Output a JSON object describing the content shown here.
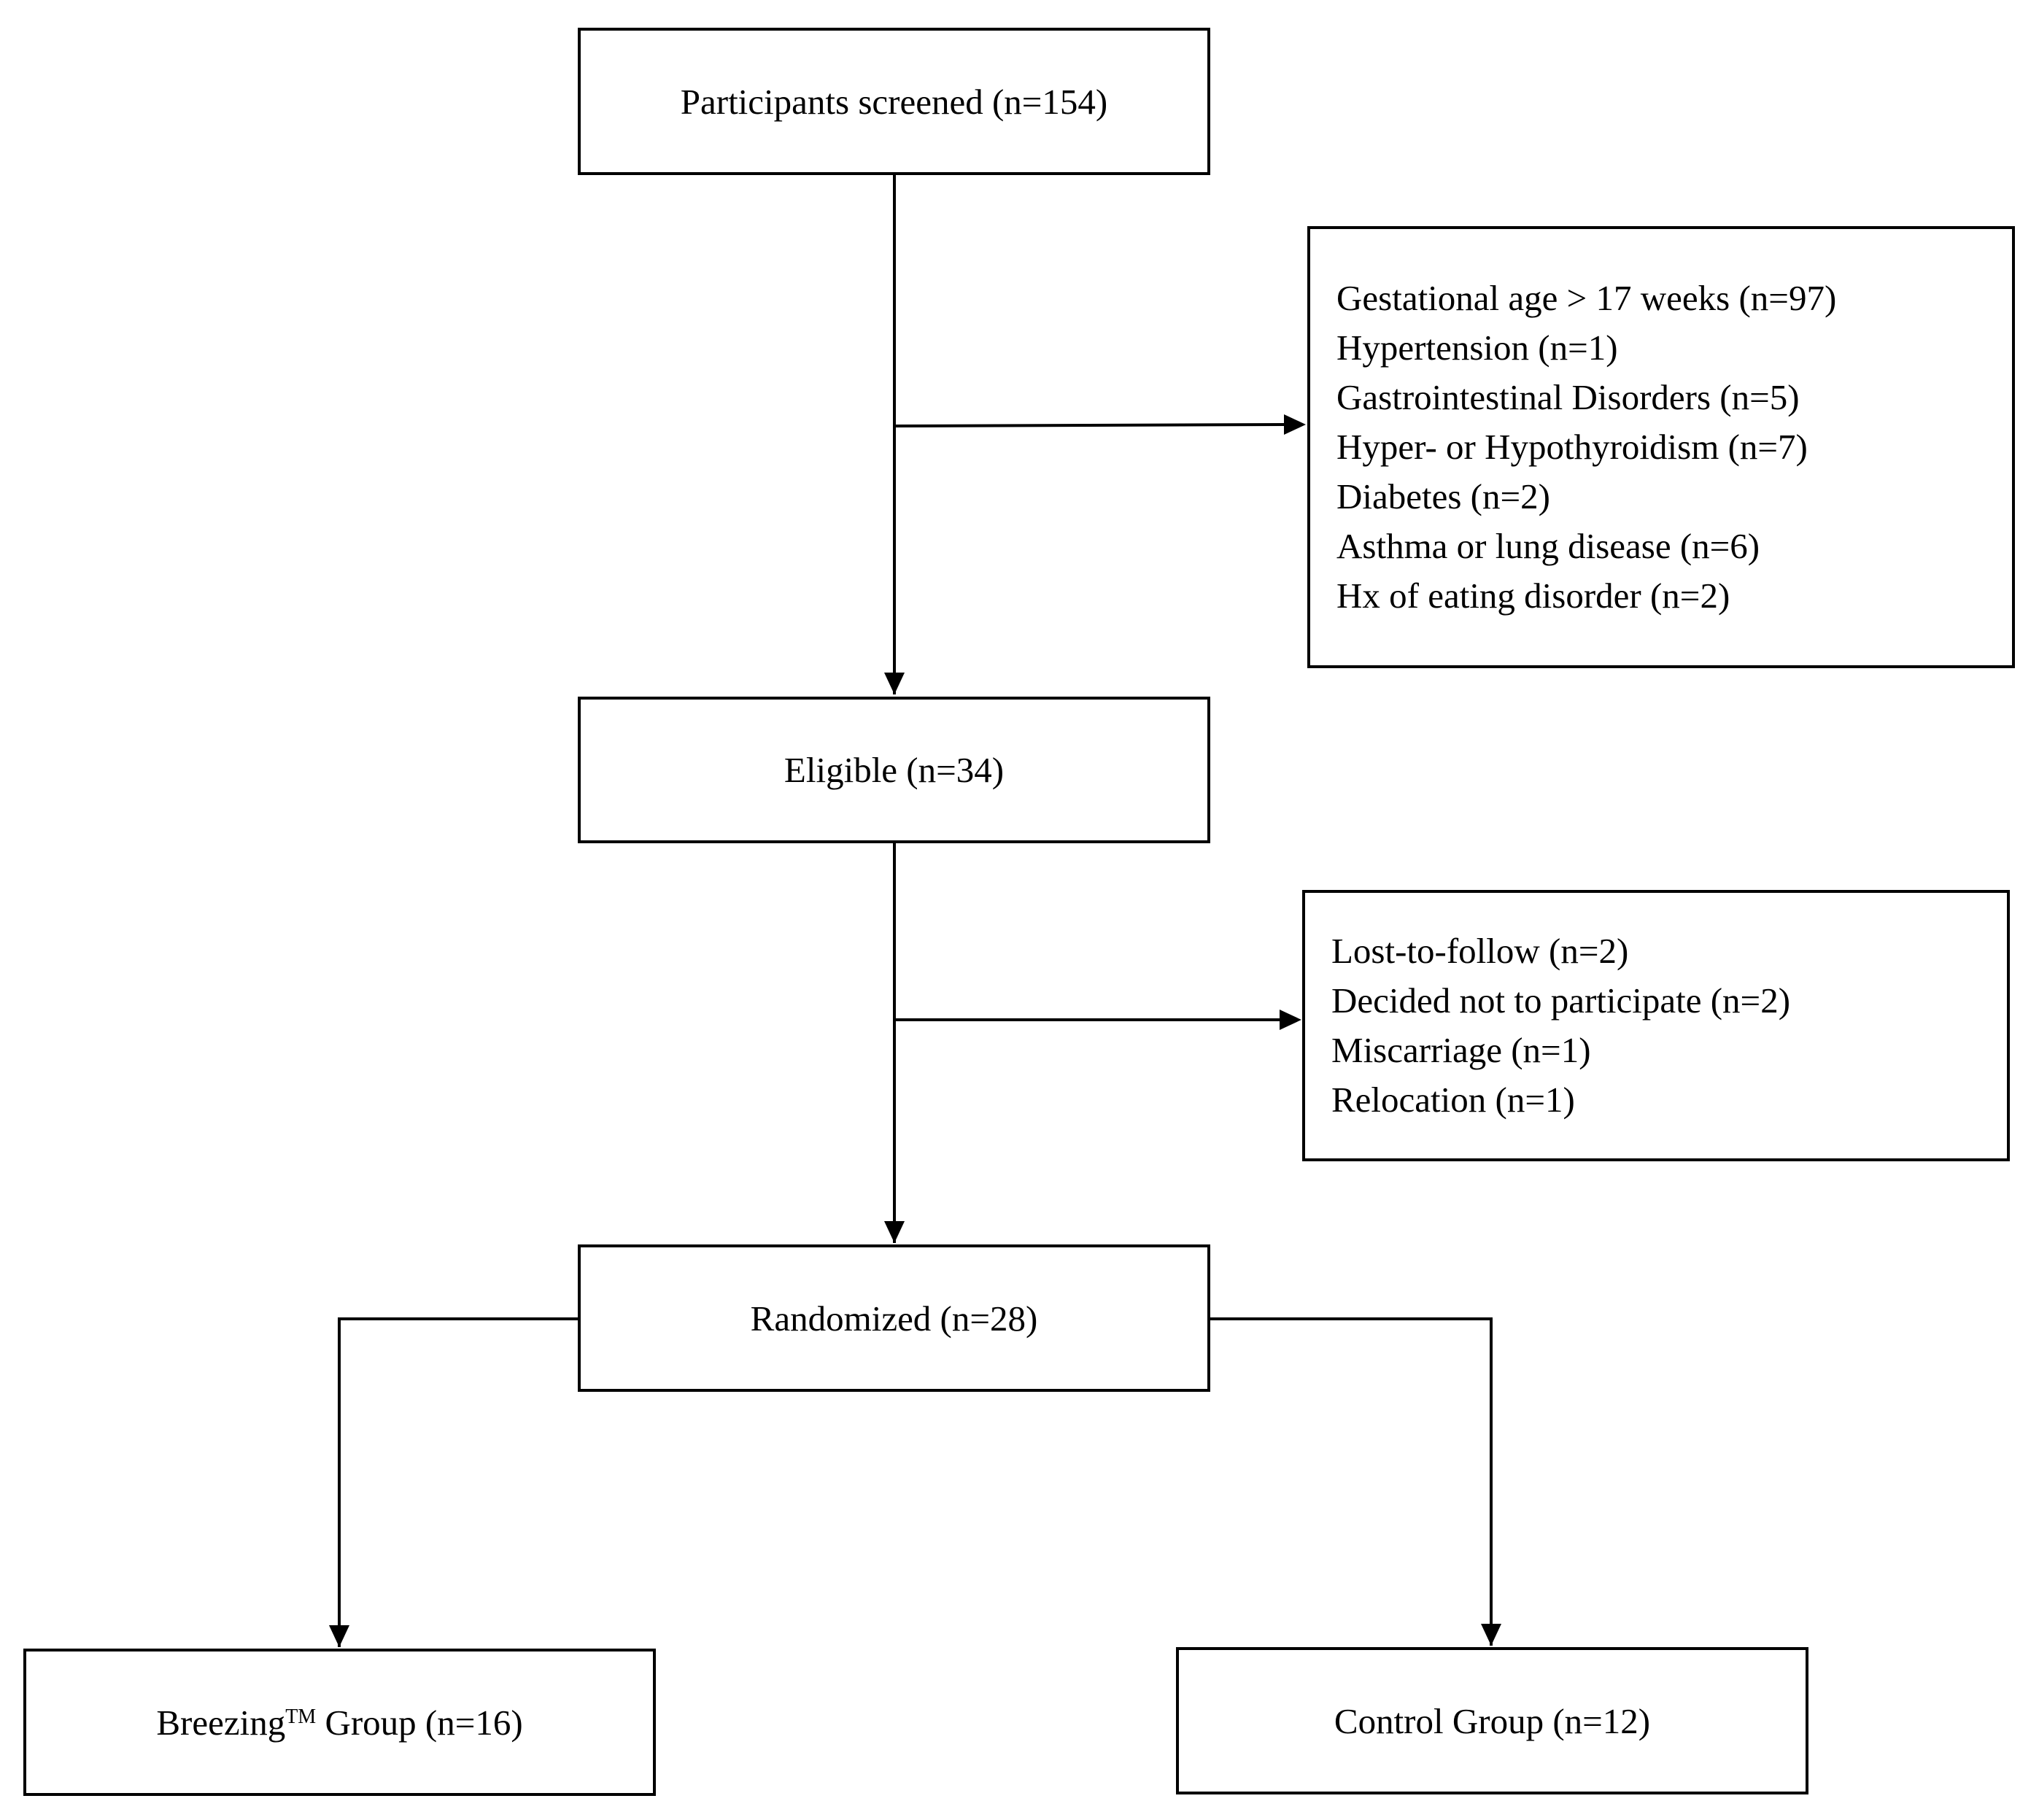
{
  "flowchart": {
    "screened": "Participants screened (n=154)",
    "exclusions_1": [
      "Gestational age > 17 weeks (n=97)",
      "Hypertension (n=1)",
      "Gastrointestinal Disorders (n=5)",
      "Hyper- or Hypothyroidism (n=7)",
      "Diabetes (n=2)",
      "Asthma or lung disease (n=6)",
      "Hx of eating disorder (n=2)"
    ],
    "eligible": "Eligible (n=34)",
    "exclusions_2": [
      "Lost-to-follow (n=2)",
      "Decided not to participate (n=2)",
      "Miscarriage (n=1)",
      "Relocation (n=1)"
    ],
    "randomized": "Randomized (n=28)",
    "breezing_group": {
      "name": "Breezing",
      "trademark": "TM",
      "count": " Group (n=16)"
    },
    "control_group": "Control Group (n=12)"
  }
}
